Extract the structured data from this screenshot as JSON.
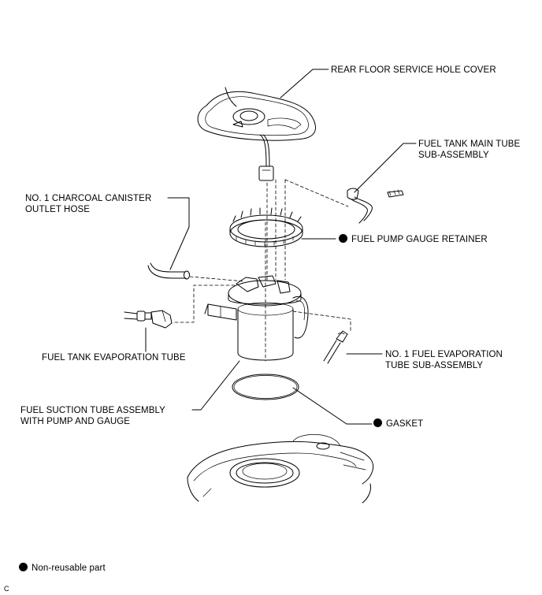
{
  "labels": {
    "rear_floor_service_hole_cover": "REAR FLOOR SERVICE HOLE COVER",
    "fuel_tank_main_tube_line1": "FUEL TANK MAIN TUBE",
    "fuel_tank_main_tube_line2": "SUB-ASSEMBLY",
    "charcoal_canister_line1": "NO. 1 CHARCOAL CANISTER",
    "charcoal_canister_line2": "OUTLET HOSE",
    "fuel_pump_gauge_retainer": "FUEL PUMP GAUGE RETAINER",
    "fuel_tank_evaporation_tube": "FUEL TANK EVAPORATION TUBE",
    "fuel_evaporation_tube_line1": "NO. 1 FUEL EVAPORATION",
    "fuel_evaporation_tube_line2": "TUBE SUB-ASSEMBLY",
    "fuel_suction_line1": "FUEL SUCTION TUBE ASSEMBLY",
    "fuel_suction_line2": "WITH PUMP AND GAUGE",
    "gasket": "GASKET"
  },
  "legend": {
    "non_reusable": "Non-reusable part"
  },
  "figure_code": "C",
  "marker_color": "#000000"
}
